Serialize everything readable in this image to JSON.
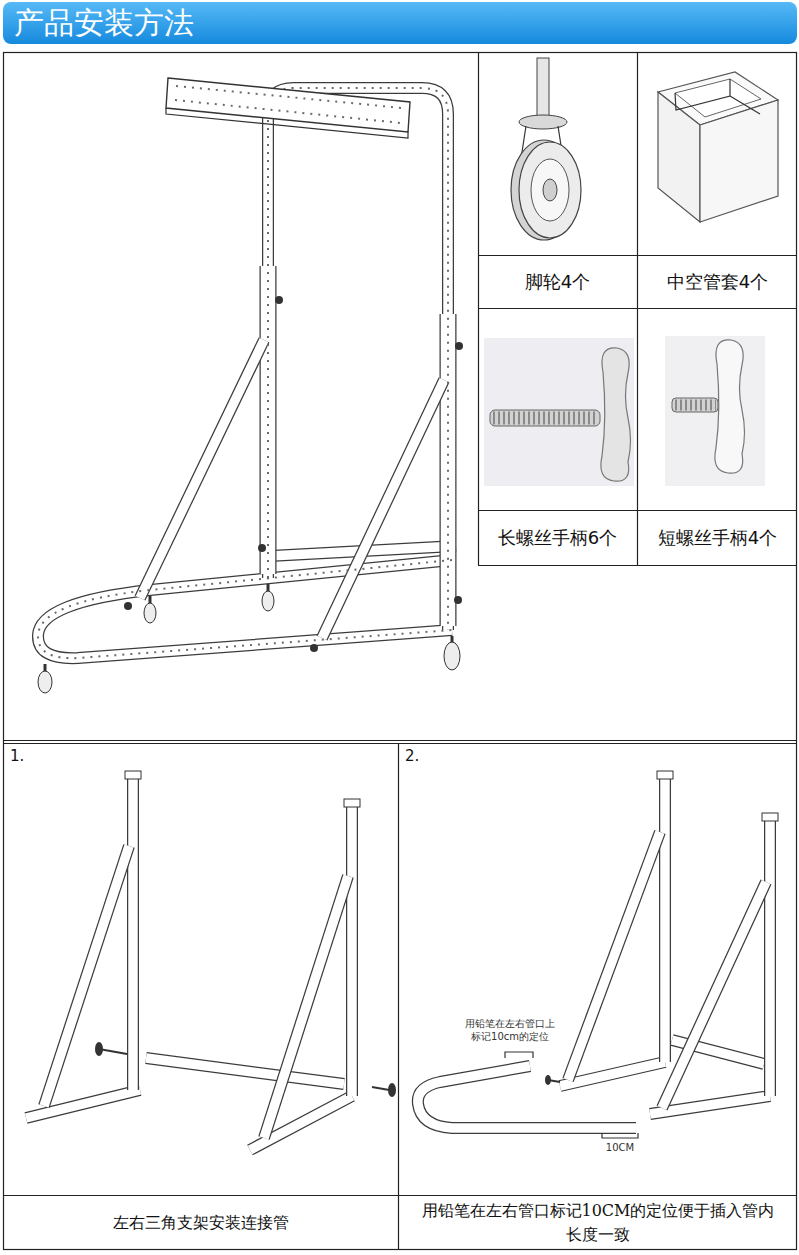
{
  "diagram": {
    "title": "产品安装方法",
    "labels": [
      "脚轮4个",
      "中空管套4个",
      "长螺丝手柄6个",
      "短螺丝手柄4个",
      "1.",
      "2.",
      "用铅笔在左右管口上标记10cm的定位",
      "10CM",
      "左右三角支架安装连接管",
      "用铅笔在左右管口标记10CM的定位便于插入管内长度一致"
    ]
  }
}
